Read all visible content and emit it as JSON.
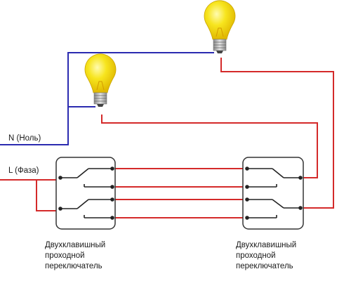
{
  "labels": {
    "neutral": "N (Ноль)",
    "phase": "L (Фаза)"
  },
  "switches": [
    {
      "caption_lines": [
        "Двухклавишный",
        "проходной",
        "переключатель"
      ]
    },
    {
      "caption_lines": [
        "Двухклавишный",
        "проходной",
        "переключатель"
      ]
    }
  ],
  "colors": {
    "neutral_wire": "#2b2bb0",
    "phase_wire": "#d42a2a",
    "bulb_glass": "#f5e21a",
    "bulb_base": "#b8b8b8",
    "switch_outline": "#333333"
  },
  "icons": {
    "lamp": "light-bulb-icon",
    "switch": "two-gang-pass-through-switch-icon"
  }
}
